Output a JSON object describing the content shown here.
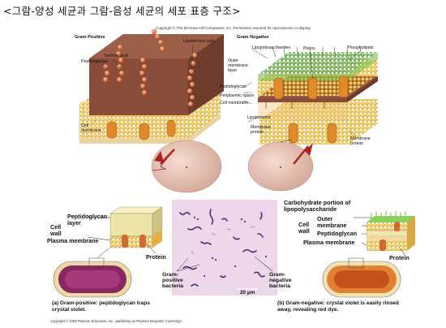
{
  "title": "<그람-양성 세균과 그람-음성 세균의 세포 표층 구조>",
  "top_copyright": "Copyright © The McGraw-Hill Companies, Inc. Permission required for reproduction or display.",
  "gram_positive": {
    "header": "Gram Positive",
    "labels": {
      "teichoic_acid": "Teichoic acid",
      "lipoteichoic_acid": "Lipoteichoic acid",
      "peptidoglycan": "Peptidoglycan",
      "cell_membrane": "Cell membrane"
    }
  },
  "gram_negative": {
    "header": "Gram Negative",
    "labels": {
      "lipopolysaccharides": "Lipopolysaccharides",
      "porins": "Porins",
      "phospholipids": "Phospholipids",
      "outer_membrane_layer": "Outer membrane layer",
      "peptidoglycan": "Peptidoglycan",
      "periplasmic_space": "Periplasmic space",
      "cell_membrane": "Cell membrane",
      "lipoproteins": "Lipoproteins",
      "membrane_protein": "Membrane protein",
      "membrane_protein_right": "Membrane protein"
    }
  },
  "bottom": {
    "left": {
      "cell_wall": "Cell wall",
      "peptidoglycan_layer": "Peptidoglycan layer",
      "plasma_membrane": "Plasma membrane",
      "protein": "Protein",
      "caption": "(a)  Gram-positive: peptidoglycan traps crystal violet."
    },
    "micro": {
      "gram_positive_bacteria": "Gram-positive bacteria",
      "gram_negative_bacteria": "Gram-negative bacteria",
      "scale": "20 µm"
    },
    "right": {
      "carbohydrate": "Carbohydrate portion of lipopolysaccharide",
      "cell_wall": "Cell wall",
      "outer_membrane": "Outer membrane",
      "peptidoglycan": "Peptidoglycan",
      "plasma_membrane": "Plasma membrane",
      "protein": "Protein",
      "caption": "(b)  Gram-negative: crystal violet is easily rinsed away, revealing red dye."
    },
    "copyright": "Copyright © 2008 Pearson Education, Inc., publishing as Pearson Benjamin Cummings."
  }
}
